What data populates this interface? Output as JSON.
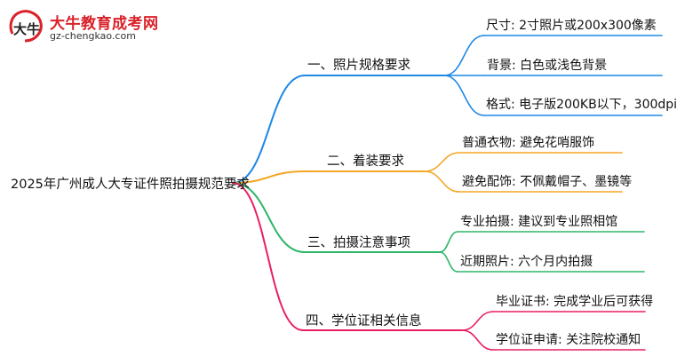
{
  "logo": {
    "name": "大牛教育成考网",
    "url": "gz-chengkao.com",
    "mark_text": "大牛"
  },
  "mindmap": {
    "root": "2025年广州成人大专证件照拍摄规范要求",
    "branches": [
      {
        "label": "一、照片规格要求",
        "color": "#1e88e5",
        "items": [
          "尺寸: 2寸照片或200x300像素",
          "背景: 白色或浅色背景",
          "格式: 电子版200KB以下，300dpi"
        ]
      },
      {
        "label": "二、着装要求",
        "color": "#f5a623",
        "items": [
          "普通衣物: 避免花哨服饰",
          "避免配饰: 不佩戴帽子、墨镜等"
        ]
      },
      {
        "label": "三、拍摄注意事项",
        "color": "#2db56a",
        "items": [
          "专业拍摄: 建议到专业照相馆",
          "近期照片: 六个月内拍摄"
        ]
      },
      {
        "label": "四、学位证相关信息",
        "color": "#e91e63",
        "items": [
          "毕业证书: 完成学业后可获得",
          "学位证申请: 关注院校通知"
        ]
      }
    ]
  }
}
